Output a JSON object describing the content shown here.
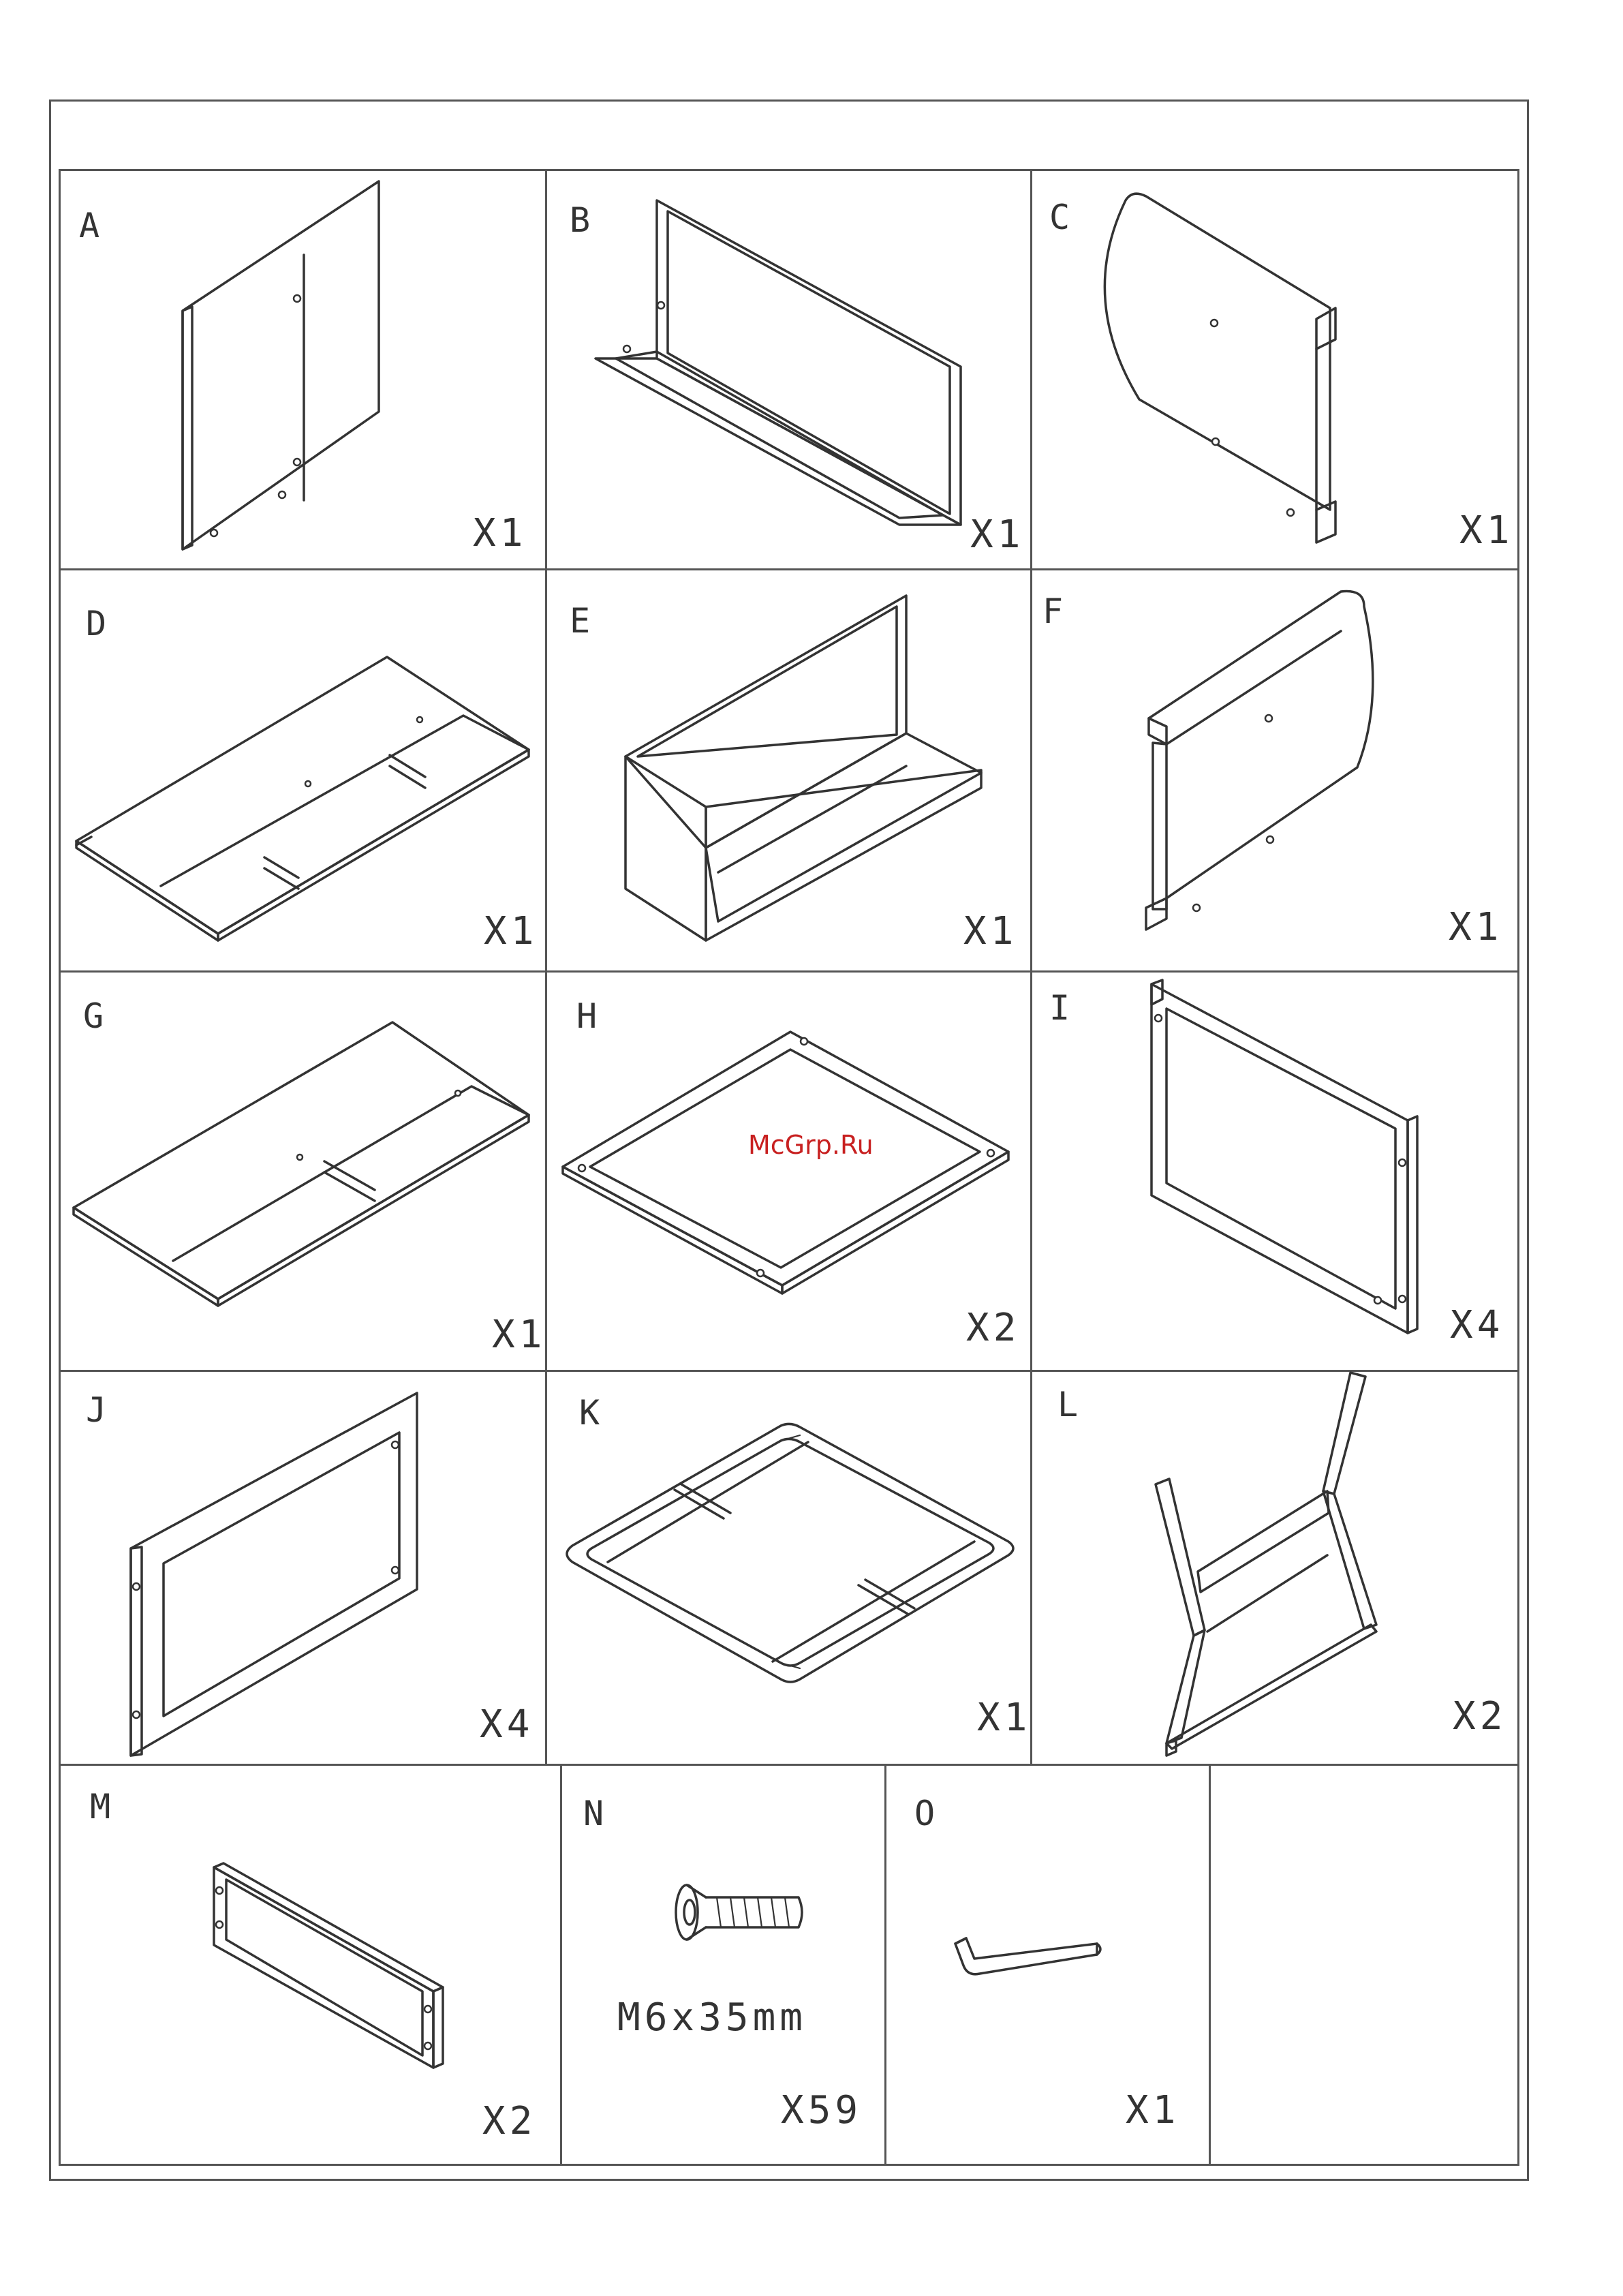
{
  "watermark": "McGrp.Ru",
  "parts": [
    {
      "letter": "A",
      "qty": "X1"
    },
    {
      "letter": "B",
      "qty": "X1"
    },
    {
      "letter": "C",
      "qty": "X1"
    },
    {
      "letter": "D",
      "qty": "X1"
    },
    {
      "letter": "E",
      "qty": "X1"
    },
    {
      "letter": "F",
      "qty": "X1"
    },
    {
      "letter": "G",
      "qty": "X1"
    },
    {
      "letter": "H",
      "qty": "X2"
    },
    {
      "letter": "I",
      "qty": "X4"
    },
    {
      "letter": "J",
      "qty": "X4"
    },
    {
      "letter": "K",
      "qty": "X1"
    },
    {
      "letter": "L",
      "qty": "X2"
    },
    {
      "letter": "M",
      "qty": "X2"
    },
    {
      "letter": "N",
      "qty": "X59",
      "spec": "M6x35mm",
      "icon": "bolt-icon"
    },
    {
      "letter": "O",
      "qty": "X1",
      "icon": "hex-key-icon"
    }
  ]
}
